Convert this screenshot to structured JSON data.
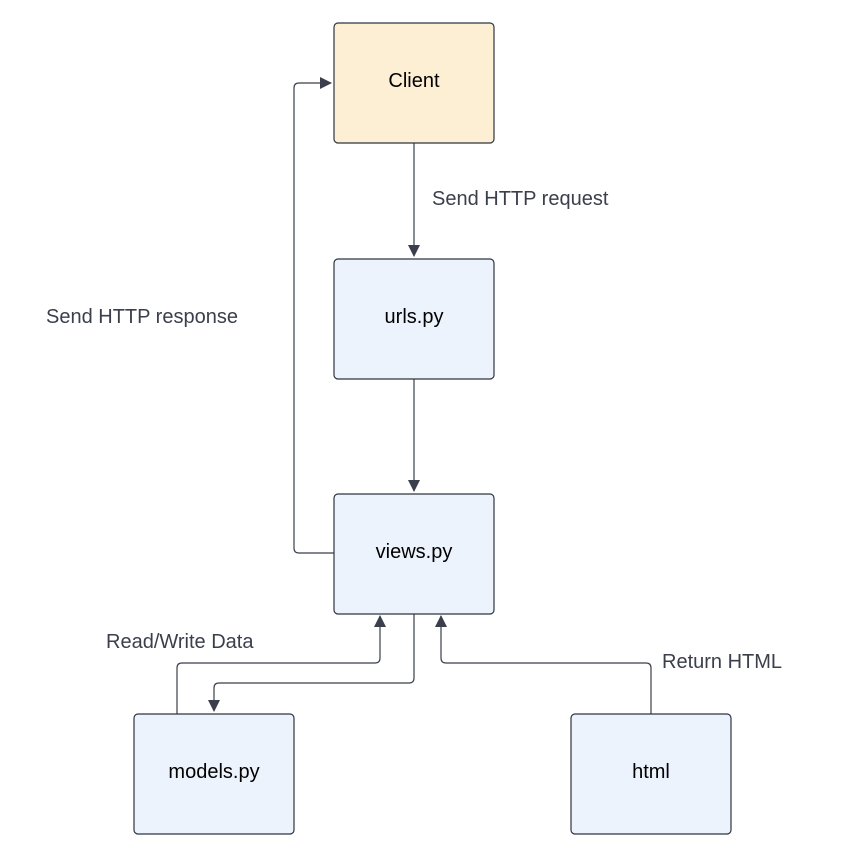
{
  "colors": {
    "client_fill": "#fdefd3",
    "module_fill": "#edf3fd",
    "stroke": "#2e3440",
    "edge": "#3a3f4b"
  },
  "nodes": {
    "client": {
      "label": "Client"
    },
    "urls": {
      "label": "urls.py"
    },
    "views": {
      "label": "views.py"
    },
    "models": {
      "label": "models.py"
    },
    "html": {
      "label": "html"
    }
  },
  "edges": {
    "send_request": {
      "label": "Send HTTP request"
    },
    "send_response": {
      "label": "Send HTTP response"
    },
    "read_write": {
      "label": "Read/Write Data"
    },
    "return_html": {
      "label": "Return HTML"
    }
  }
}
